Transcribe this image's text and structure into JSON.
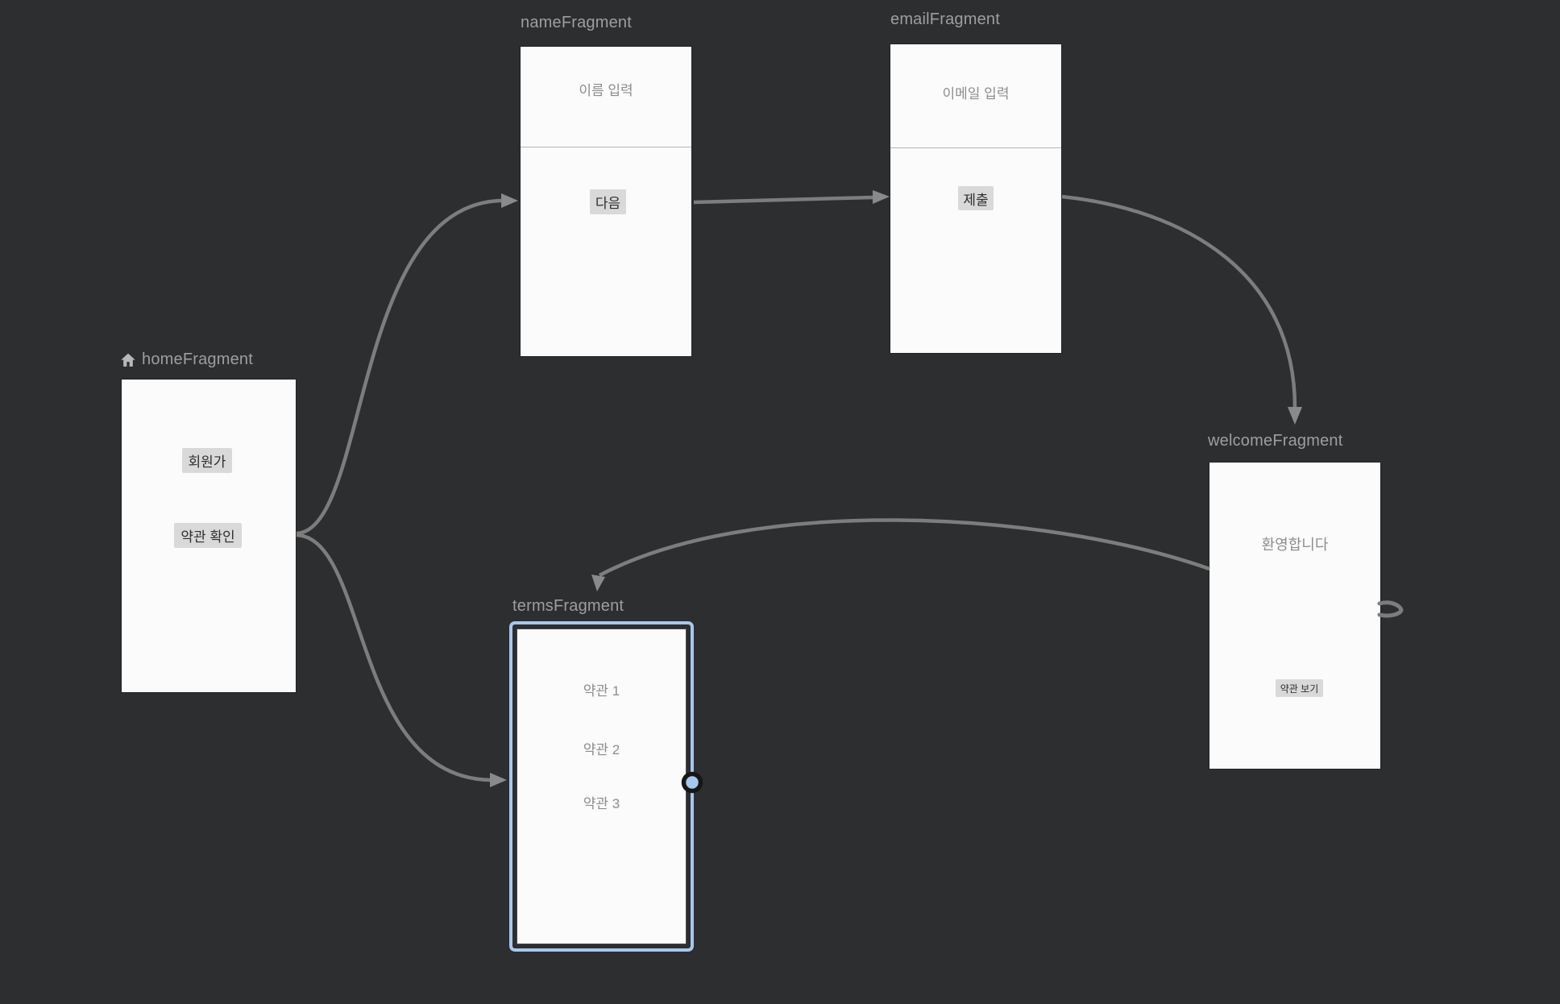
{
  "editor": {
    "background_color": "#2c2e30",
    "card_color": "#fbfbfb",
    "selection_color": "#a8c7ee",
    "arrow_color": "#7d7d7d",
    "button_color": "#d9d9d9"
  },
  "fragments": {
    "home": {
      "label": "homeFragment",
      "is_start_destination": true,
      "preview": {
        "signup_button": "회원가",
        "terms_button": "약관 확인"
      }
    },
    "name": {
      "label": "nameFragment",
      "preview": {
        "title": "이름 입력",
        "next_button": "다음"
      }
    },
    "email": {
      "label": "emailFragment",
      "preview": {
        "title": "이메일 입력",
        "submit_button": "제출"
      }
    },
    "terms": {
      "label": "termsFragment",
      "is_selected": true,
      "preview": {
        "item_1": "약관 1",
        "item_2": "약관 2",
        "item_3": "약관 3"
      }
    },
    "welcome": {
      "label": "welcomeFragment",
      "preview": {
        "title": "환영합니다",
        "view_terms_button": "약관 보기"
      }
    }
  },
  "actions": [
    {
      "name": "home_to_name"
    },
    {
      "name": "home_to_terms"
    },
    {
      "name": "name_to_email"
    },
    {
      "name": "email_to_welcome"
    },
    {
      "name": "welcome_to_terms"
    },
    {
      "name": "welcome_exit_right"
    }
  ]
}
